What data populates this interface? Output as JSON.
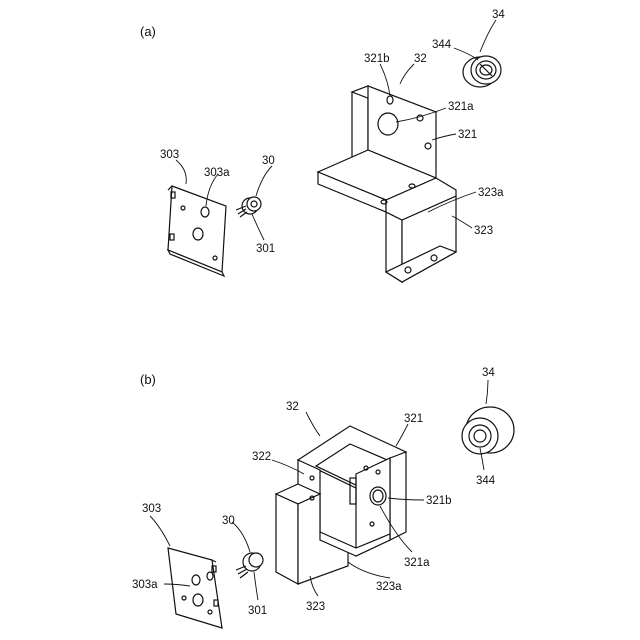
{
  "panels": {
    "a": {
      "label": "(a)",
      "labels": {
        "l34": "34",
        "l344": "344",
        "l321b": "321b",
        "l32": "32",
        "l321a": "321a",
        "l321": "321",
        "l323a": "323a",
        "l323": "323",
        "l303": "303",
        "l303a": "303a",
        "l30": "30",
        "l301": "301"
      }
    },
    "b": {
      "label": "(b)",
      "labels": {
        "l34": "34",
        "l344": "344",
        "l32": "32",
        "l321": "321",
        "l322": "322",
        "l321b": "321b",
        "l321a": "321a",
        "l323a": "323a",
        "l323": "323",
        "l303": "303",
        "l303a": "303a",
        "l30": "30",
        "l301": "301"
      }
    }
  },
  "colors": {
    "line": "#111111",
    "background": "#ffffff"
  }
}
